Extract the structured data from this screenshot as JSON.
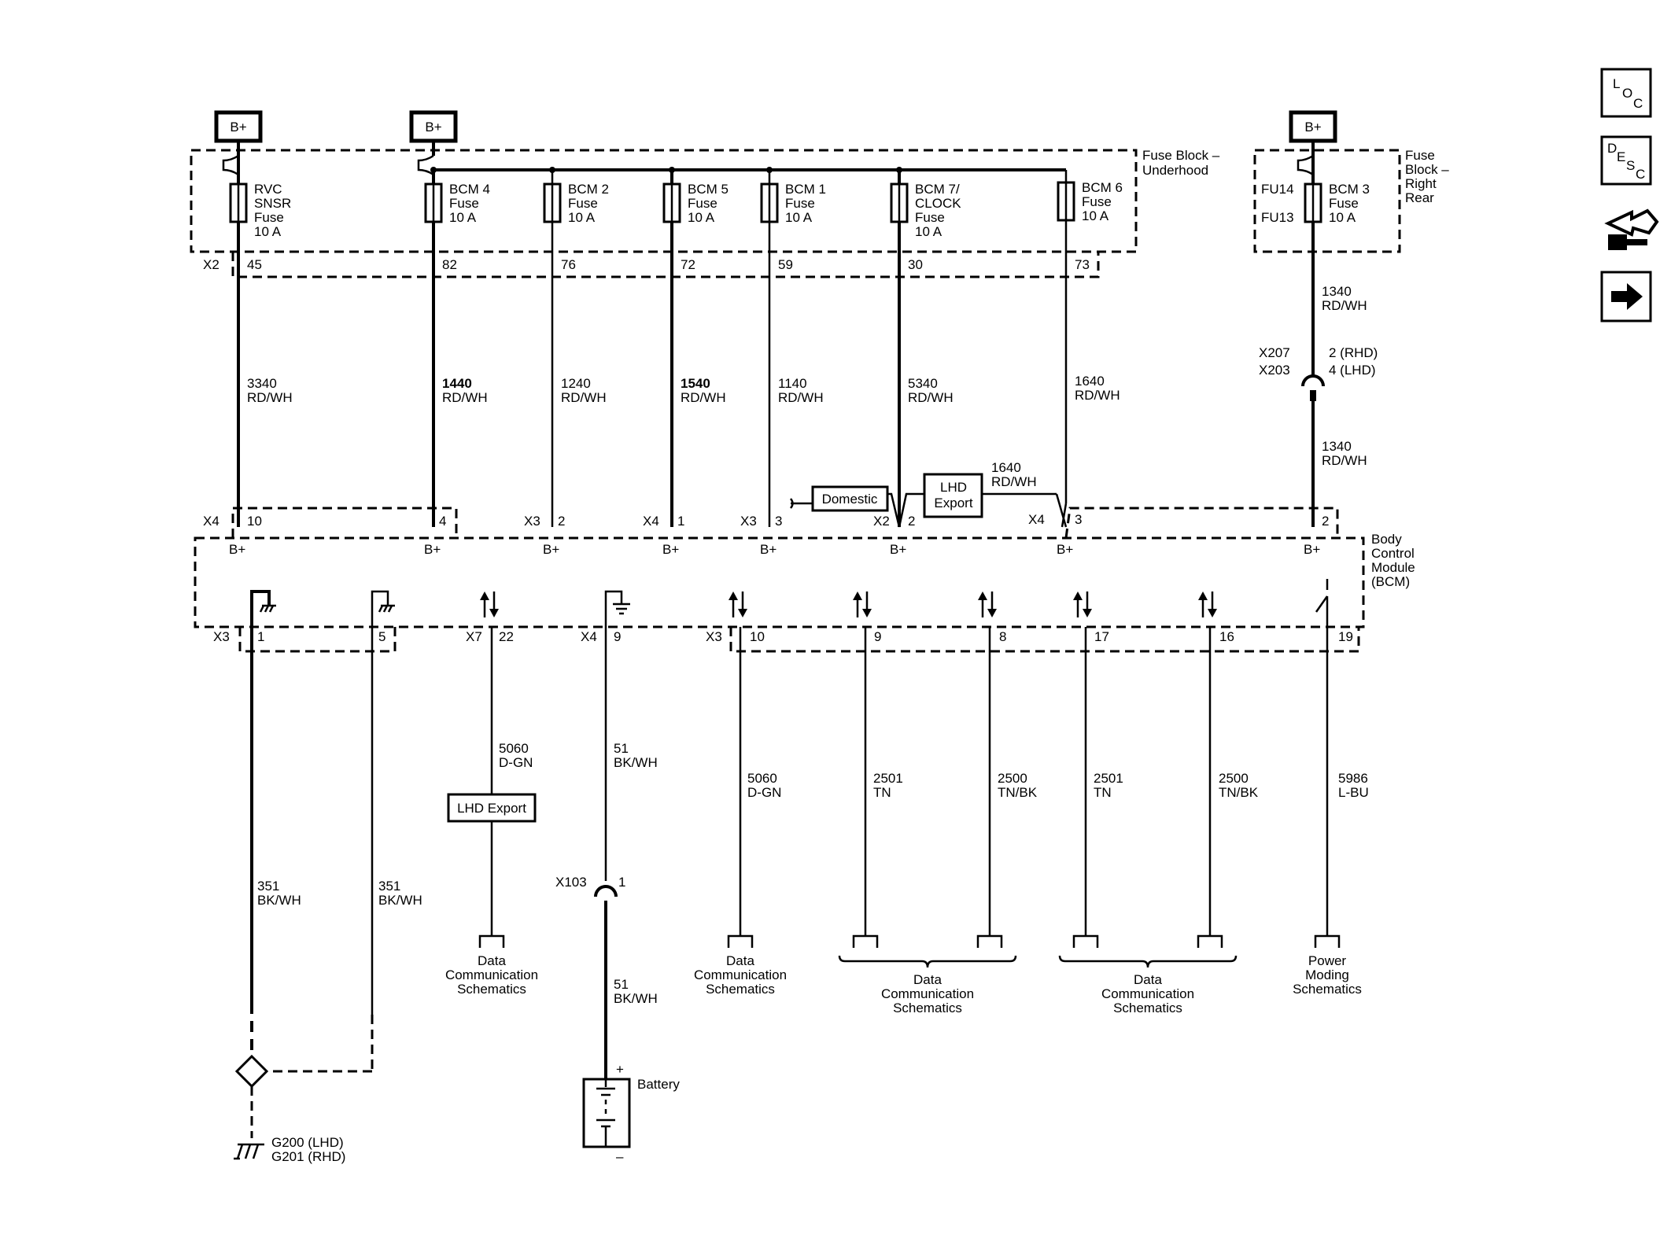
{
  "power_label": "B+",
  "fuse_block_underhood": [
    "Fuse Block –",
    "Underhood"
  ],
  "fuse_block_rear": [
    "Fuse",
    "Block –",
    "Right",
    "Rear"
  ],
  "bcm_label": [
    "Body",
    "Control",
    "Module",
    "(BCM)"
  ],
  "fuses": [
    {
      "lines": [
        "RVC",
        "SNSR",
        "Fuse",
        "10 A"
      ],
      "pin": "45",
      "wire": [
        "3340",
        "RD/WH"
      ],
      "bcm_conn": "X4",
      "bcm_pin": "10"
    },
    {
      "lines": [
        "BCM 4",
        "Fuse",
        "10 A"
      ],
      "pin": "82",
      "wire": [
        "1440",
        "RD/WH"
      ],
      "bcm_conn": "",
      "bcm_pin": "4"
    },
    {
      "lines": [
        "BCM 2",
        "Fuse",
        "10 A"
      ],
      "pin": "76",
      "wire": [
        "1240",
        "RD/WH"
      ],
      "bcm_conn": "X3",
      "bcm_pin": "2"
    },
    {
      "lines": [
        "BCM 5",
        "Fuse",
        "10 A"
      ],
      "pin": "72",
      "wire": [
        "1540",
        "RD/WH"
      ],
      "bcm_conn": "X4",
      "bcm_pin": "1"
    },
    {
      "lines": [
        "BCM 1",
        "Fuse",
        "10 A"
      ],
      "pin": "59",
      "wire": [
        "1140",
        "RD/WH"
      ],
      "bcm_conn": "X3",
      "bcm_pin": "3"
    },
    {
      "lines": [
        "BCM 7/",
        "CLOCK",
        "Fuse",
        "10 A"
      ],
      "pin": "30",
      "wire": [
        "5340",
        "RD/WH"
      ],
      "bcm_conn": "X2",
      "bcm_pin": "2"
    },
    {
      "lines": [
        "BCM 6",
        "Fuse",
        "10 A"
      ],
      "pin": "73",
      "wire": [
        "1640",
        "RD/WH"
      ],
      "bcm_conn": "X4",
      "bcm_pin": "3"
    }
  ],
  "fuse_conn": "X2",
  "rear_fuse": {
    "lines": [
      "BCM 3",
      "Fuse",
      "10 A"
    ],
    "fu_a": "FU14",
    "fu_b": "FU13",
    "wire": [
      "1340",
      "RD/WH"
    ],
    "bcm_pin": "2"
  },
  "inline_conn": {
    "names": [
      "X207",
      "X203"
    ],
    "pins": [
      "2 (RHD)",
      "4 (LHD)"
    ]
  },
  "domestic": "Domestic",
  "lhd_export_box": [
    "LHD",
    "Export"
  ],
  "jumper_wire": [
    "1640",
    "RD/WH"
  ],
  "bcm_bplus": "B+",
  "bottom": {
    "x3_a": "X3",
    "pin1": "1",
    "pin5": "5",
    "x7": "X7",
    "pin22": "22",
    "x4": "X4",
    "pin9": "9",
    "x3_b": "X3",
    "pins": [
      "10",
      "9",
      "8",
      "17",
      "16",
      "19"
    ],
    "wires": [
      [
        "351",
        "BK/WH"
      ],
      [
        "351",
        "BK/WH"
      ],
      [
        "5060",
        "D-GN"
      ],
      [
        "51",
        "BK/WH"
      ],
      [
        "5060",
        "D-GN"
      ],
      [
        "2501",
        "TN"
      ],
      [
        "2500",
        "TN/BK"
      ],
      [
        "2501",
        "TN"
      ],
      [
        "2500",
        "TN/BK"
      ],
      [
        "5986",
        "L-BU"
      ]
    ],
    "lhd_export": "LHD Export",
    "x103": "X103",
    "x103_pin": "1",
    "wire_51_lower": [
      "51",
      "BK/WH"
    ],
    "battery": "Battery",
    "plus": "+",
    "minus": "–",
    "ground": [
      "G200 (LHD)",
      "G201 (RHD)"
    ],
    "dest_data": [
      "Data",
      "Communication",
      "Schematics"
    ],
    "dest_power": [
      "Power",
      "Moding",
      "Schematics"
    ]
  },
  "side_icons": [
    "loc-icon",
    "desc-icon",
    "connector-view-icon",
    "next-arrow-icon"
  ],
  "side_loc": [
    "L",
    "O",
    "C"
  ],
  "side_desc": [
    "D",
    "E",
    "S",
    "C"
  ]
}
